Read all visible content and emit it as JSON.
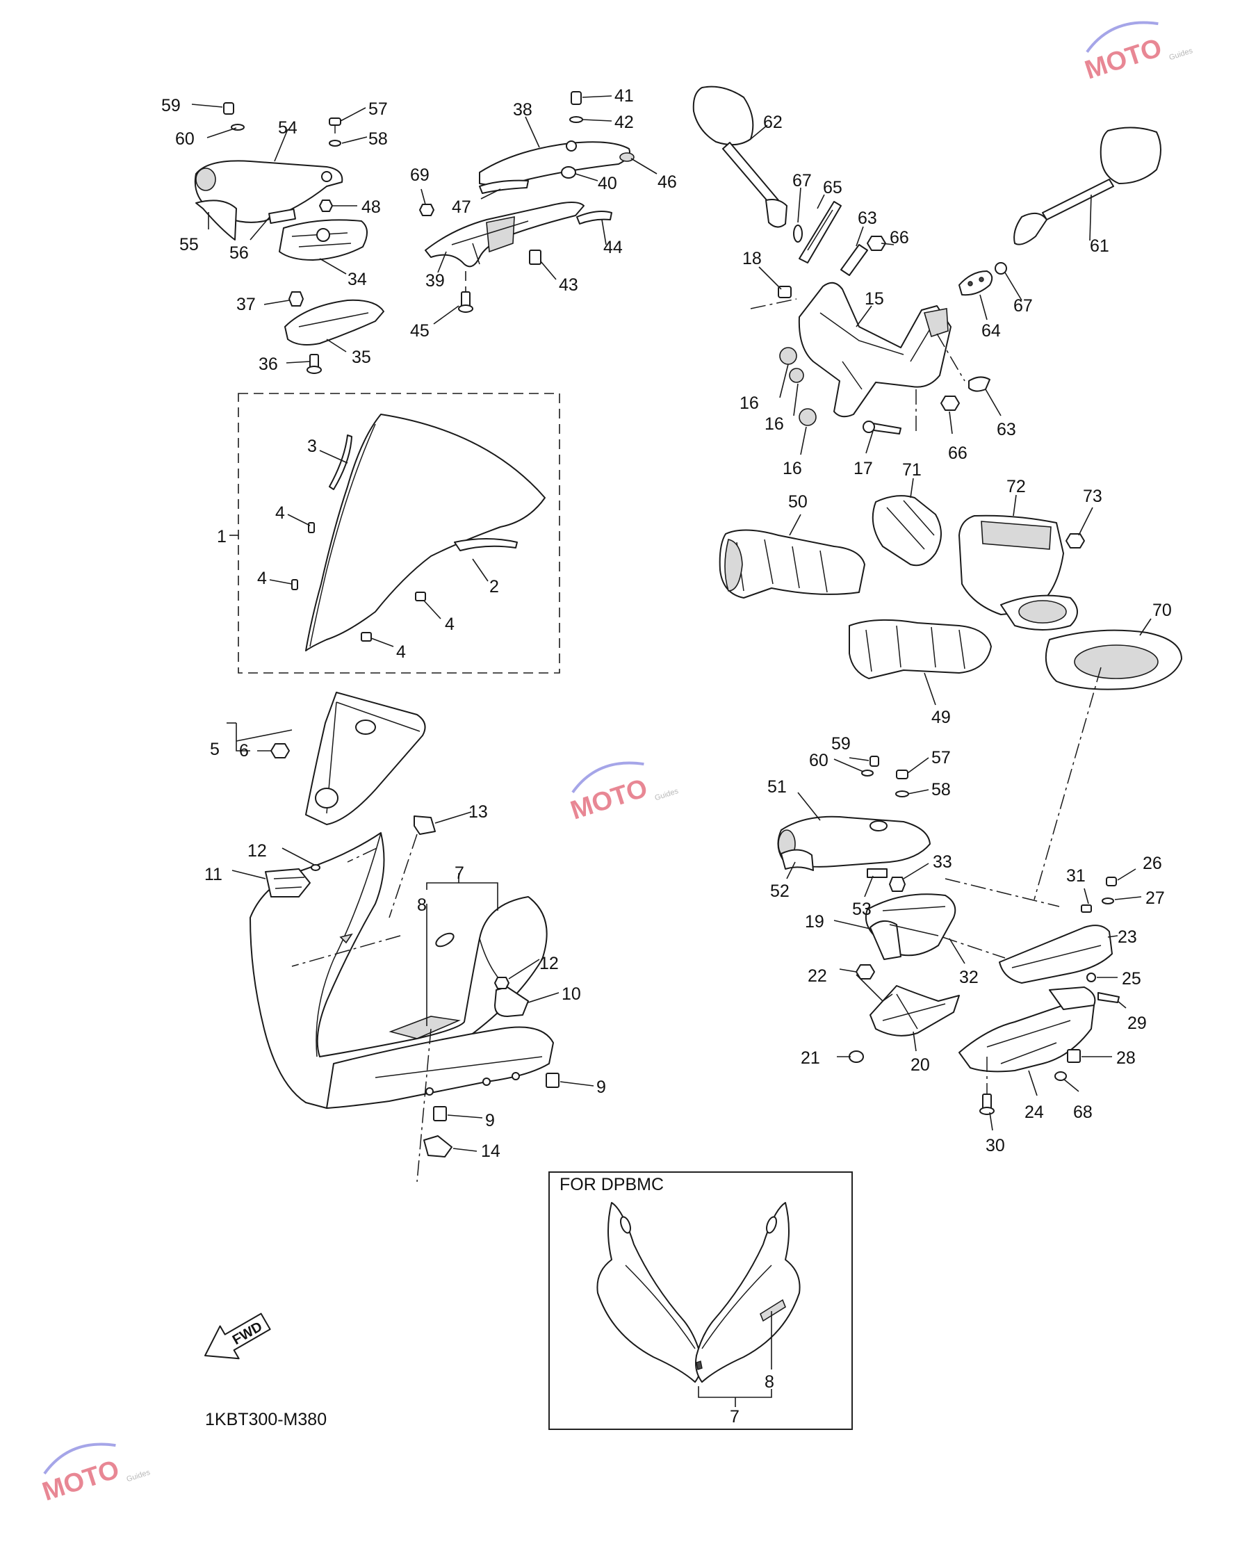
{
  "diagram": {
    "code": "1KBT300-M380",
    "variant_box_label": "FOR DPBMC",
    "fwd_label": "FWD",
    "callouts": [
      {
        "id": "c1",
        "n": "1"
      },
      {
        "id": "c2",
        "n": "2"
      },
      {
        "id": "c3",
        "n": "3"
      },
      {
        "id": "c4a",
        "n": "4"
      },
      {
        "id": "c4b",
        "n": "4"
      },
      {
        "id": "c4c",
        "n": "4"
      },
      {
        "id": "c4d",
        "n": "4"
      },
      {
        "id": "c5",
        "n": "5"
      },
      {
        "id": "c6",
        "n": "6"
      },
      {
        "id": "c7",
        "n": "7"
      },
      {
        "id": "c7b",
        "n": "7"
      },
      {
        "id": "c8",
        "n": "8"
      },
      {
        "id": "c8b",
        "n": "8"
      },
      {
        "id": "c9a",
        "n": "9"
      },
      {
        "id": "c9b",
        "n": "9"
      },
      {
        "id": "c10",
        "n": "10"
      },
      {
        "id": "c11",
        "n": "11"
      },
      {
        "id": "c12a",
        "n": "12"
      },
      {
        "id": "c12b",
        "n": "12"
      },
      {
        "id": "c13",
        "n": "13"
      },
      {
        "id": "c14",
        "n": "14"
      },
      {
        "id": "c15",
        "n": "15"
      },
      {
        "id": "c16a",
        "n": "16"
      },
      {
        "id": "c16b",
        "n": "16"
      },
      {
        "id": "c16c",
        "n": "16"
      },
      {
        "id": "c17",
        "n": "17"
      },
      {
        "id": "c18",
        "n": "18"
      },
      {
        "id": "c19",
        "n": "19"
      },
      {
        "id": "c20",
        "n": "20"
      },
      {
        "id": "c21",
        "n": "21"
      },
      {
        "id": "c22",
        "n": "22"
      },
      {
        "id": "c23",
        "n": "23"
      },
      {
        "id": "c24",
        "n": "24"
      },
      {
        "id": "c25",
        "n": "25"
      },
      {
        "id": "c26",
        "n": "26"
      },
      {
        "id": "c27",
        "n": "27"
      },
      {
        "id": "c28",
        "n": "28"
      },
      {
        "id": "c29",
        "n": "29"
      },
      {
        "id": "c30",
        "n": "30"
      },
      {
        "id": "c31",
        "n": "31"
      },
      {
        "id": "c32",
        "n": "32"
      },
      {
        "id": "c33",
        "n": "33"
      },
      {
        "id": "c34",
        "n": "34"
      },
      {
        "id": "c35",
        "n": "35"
      },
      {
        "id": "c36",
        "n": "36"
      },
      {
        "id": "c37",
        "n": "37"
      },
      {
        "id": "c38",
        "n": "38"
      },
      {
        "id": "c39",
        "n": "39"
      },
      {
        "id": "c40",
        "n": "40"
      },
      {
        "id": "c41",
        "n": "41"
      },
      {
        "id": "c42",
        "n": "42"
      },
      {
        "id": "c43",
        "n": "43"
      },
      {
        "id": "c44",
        "n": "44"
      },
      {
        "id": "c45",
        "n": "45"
      },
      {
        "id": "c46",
        "n": "46"
      },
      {
        "id": "c47",
        "n": "47"
      },
      {
        "id": "c48",
        "n": "48"
      },
      {
        "id": "c49",
        "n": "49"
      },
      {
        "id": "c50",
        "n": "50"
      },
      {
        "id": "c51",
        "n": "51"
      },
      {
        "id": "c52",
        "n": "52"
      },
      {
        "id": "c53",
        "n": "53"
      },
      {
        "id": "c54",
        "n": "54"
      },
      {
        "id": "c55",
        "n": "55"
      },
      {
        "id": "c56",
        "n": "56"
      },
      {
        "id": "c57a",
        "n": "57"
      },
      {
        "id": "c57b",
        "n": "57"
      },
      {
        "id": "c58a",
        "n": "58"
      },
      {
        "id": "c58b",
        "n": "58"
      },
      {
        "id": "c59a",
        "n": "59"
      },
      {
        "id": "c59b",
        "n": "59"
      },
      {
        "id": "c60a",
        "n": "60"
      },
      {
        "id": "c60b",
        "n": "60"
      },
      {
        "id": "c61",
        "n": "61"
      },
      {
        "id": "c62",
        "n": "62"
      },
      {
        "id": "c63a",
        "n": "63"
      },
      {
        "id": "c63b",
        "n": "63"
      },
      {
        "id": "c64",
        "n": "64"
      },
      {
        "id": "c65",
        "n": "65"
      },
      {
        "id": "c66a",
        "n": "66"
      },
      {
        "id": "c66b",
        "n": "66"
      },
      {
        "id": "c67a",
        "n": "67"
      },
      {
        "id": "c67b",
        "n": "67"
      },
      {
        "id": "c68",
        "n": "68"
      },
      {
        "id": "c69",
        "n": "69"
      },
      {
        "id": "c70",
        "n": "70"
      },
      {
        "id": "c71",
        "n": "71"
      },
      {
        "id": "c72",
        "n": "72"
      },
      {
        "id": "c73",
        "n": "73"
      }
    ]
  },
  "watermark": {
    "brand": "MOTO",
    "sub": "Guides",
    "accent_color": "#d7263d",
    "secondary_color": "#5b5bd6"
  }
}
